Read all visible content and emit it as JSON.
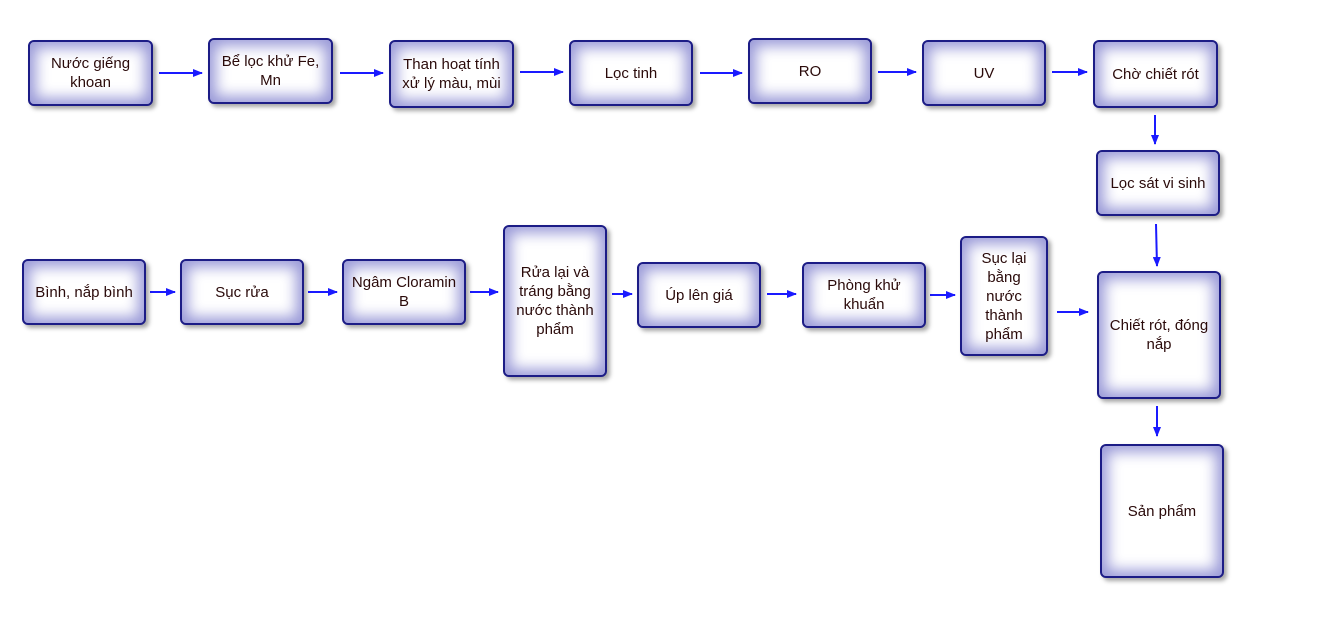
{
  "steps": {
    "s1": "Nước giếng khoan",
    "s2": "Bể lọc khử Fe, Mn",
    "s3": "Than hoạt tính xử lý màu, mùi",
    "s4": "Lọc tinh",
    "s5": "RO",
    "s6": "UV",
    "s7": "Chờ chiết rót",
    "s8": "Lọc sát vi sinh",
    "s9": "Bình, nắp bình",
    "s10": "Sục rửa",
    "s11": "Ngâm Cloramin B",
    "s12": "Rửa lại và tráng bằng nước thành phẩm",
    "s13": "Úp lên giá",
    "s14": "Phòng khử khuẩn",
    "s15": "Sục lại bằng nước thành phẩm",
    "s16": "Chiết rót, đóng nắp",
    "s17": "Sản phẩm"
  },
  "colors": {
    "arrow": "#1a1aff",
    "border": "#1c1c86"
  }
}
